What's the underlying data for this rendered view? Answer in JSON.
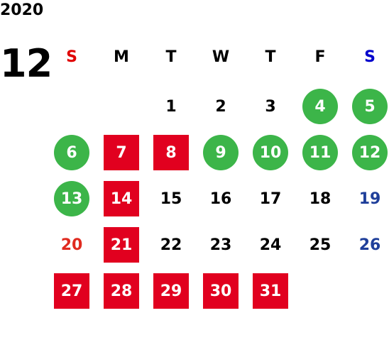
{
  "year": "2020",
  "month": "12",
  "colors": {
    "closed_red": "#e1001f",
    "special_green": "#3cb549",
    "sunday": "#e02a1f",
    "saturday_blue": "#1f3f9a",
    "header_sun": "#e00000",
    "header_sat": "#0000cc"
  },
  "weekdays": [
    {
      "label": "S",
      "color": "#e00000"
    },
    {
      "label": "M",
      "color": "#000000"
    },
    {
      "label": "T",
      "color": "#000000"
    },
    {
      "label": "W",
      "color": "#000000"
    },
    {
      "label": "T",
      "color": "#000000"
    },
    {
      "label": "F",
      "color": "#000000"
    },
    {
      "label": "S",
      "color": "#0000cc"
    }
  ],
  "days": [
    {
      "day": "1",
      "style": "plain"
    },
    {
      "day": "2",
      "style": "plain"
    },
    {
      "day": "3",
      "style": "plain"
    },
    {
      "day": "4",
      "style": "green"
    },
    {
      "day": "5",
      "style": "green"
    },
    {
      "day": "6",
      "style": "green"
    },
    {
      "day": "7",
      "style": "red"
    },
    {
      "day": "8",
      "style": "red"
    },
    {
      "day": "9",
      "style": "green"
    },
    {
      "day": "10",
      "style": "green"
    },
    {
      "day": "11",
      "style": "green"
    },
    {
      "day": "12",
      "style": "green"
    },
    {
      "day": "13",
      "style": "green"
    },
    {
      "day": "14",
      "style": "red"
    },
    {
      "day": "15",
      "style": "plain"
    },
    {
      "day": "16",
      "style": "plain"
    },
    {
      "day": "17",
      "style": "plain"
    },
    {
      "day": "18",
      "style": "plain"
    },
    {
      "day": "19",
      "style": "sat"
    },
    {
      "day": "20",
      "style": "sun"
    },
    {
      "day": "21",
      "style": "red"
    },
    {
      "day": "22",
      "style": "plain"
    },
    {
      "day": "23",
      "style": "plain"
    },
    {
      "day": "24",
      "style": "plain"
    },
    {
      "day": "25",
      "style": "plain"
    },
    {
      "day": "26",
      "style": "sat"
    },
    {
      "day": "27",
      "style": "red"
    },
    {
      "day": "28",
      "style": "red"
    },
    {
      "day": "29",
      "style": "red"
    },
    {
      "day": "30",
      "style": "red"
    },
    {
      "day": "31",
      "style": "red"
    }
  ]
}
